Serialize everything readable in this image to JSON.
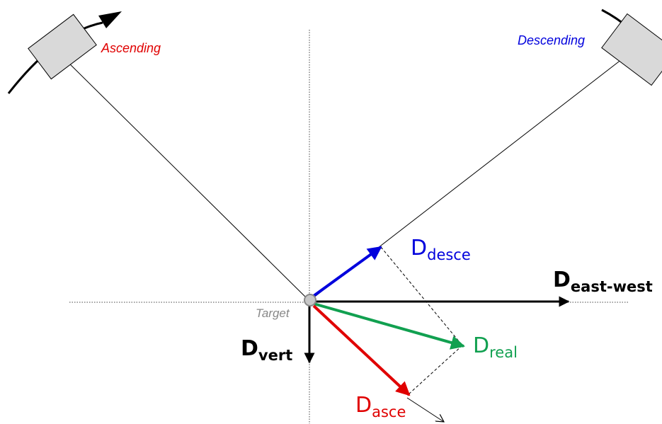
{
  "labels": {
    "ascending": "Ascending",
    "descending": "Descending",
    "target": "Target"
  },
  "vectors": {
    "desc": {
      "main": "D",
      "sub": "desce"
    },
    "east_west": {
      "main": "D",
      "sub": "east-west"
    },
    "real": {
      "main": "D",
      "sub": "real"
    },
    "vert": {
      "main": "D",
      "sub": "vert"
    },
    "asc": {
      "main": "D",
      "sub": "asce"
    }
  },
  "colors": {
    "ascending": "#e00000",
    "descending": "#0000dd",
    "real": "#11a050",
    "black": "#000000",
    "target_gray": "#888888",
    "satellite_fill": "#d9d9d9"
  }
}
